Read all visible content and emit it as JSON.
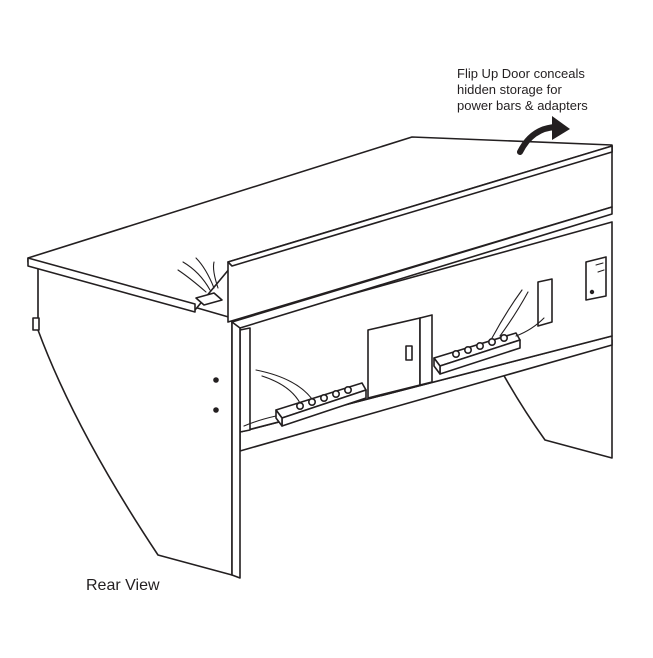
{
  "callout": {
    "lines": [
      "Flip Up Door conceals",
      "hidden storage for",
      "power bars & adapters"
    ]
  },
  "view_label": "Rear View",
  "icons": {
    "arrow": "curved-arrow-icon"
  }
}
